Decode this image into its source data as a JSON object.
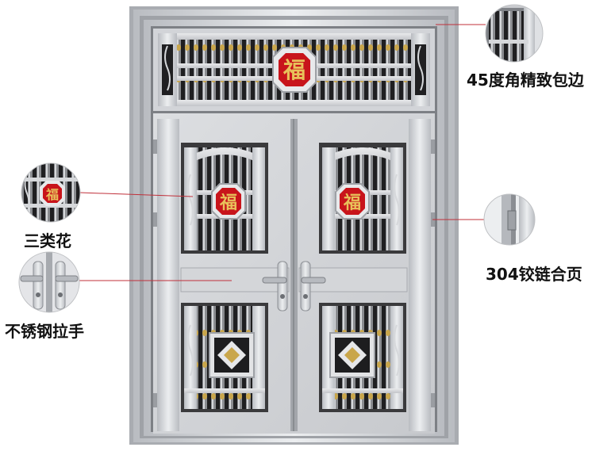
{
  "callouts": {
    "corner_trim": "45度角精致包边",
    "flower": "三类花",
    "hinge": "304铰链合页",
    "handle": "不锈钢拉手"
  },
  "emblem": {
    "fu_character": "福"
  },
  "colors": {
    "steel_light": "#e4e5e8",
    "steel_mid": "#c4c6ca",
    "steel_dark": "#8e9196",
    "bar_dark": "#2a2a2a",
    "emblem_red": "#c8141b",
    "gold": "#c9a64b",
    "leader_line": "#c0303a"
  }
}
